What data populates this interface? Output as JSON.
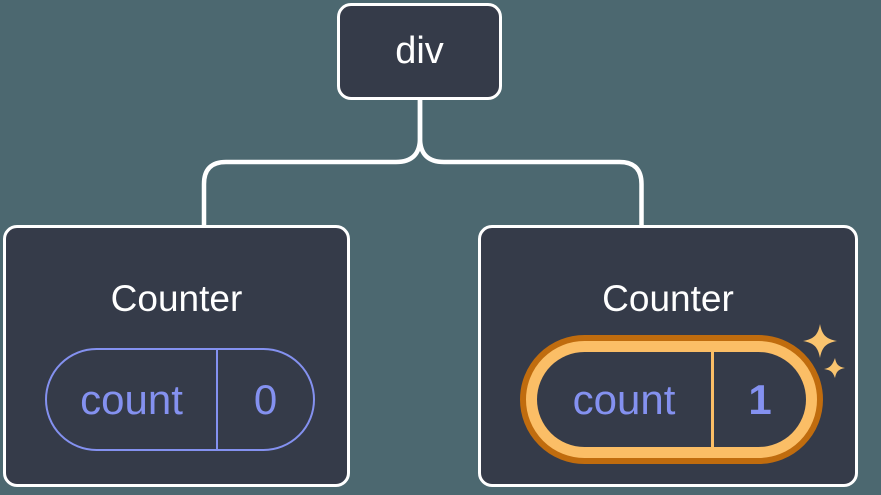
{
  "diagram": {
    "root": {
      "label": "div"
    },
    "children": [
      {
        "title": "Counter",
        "state": {
          "key": "count",
          "value": "0"
        },
        "highlighted": false
      },
      {
        "title": "Counter",
        "state": {
          "key": "count",
          "value": "1"
        },
        "highlighted": true
      }
    ]
  },
  "colors": {
    "background": "#4C6870",
    "node_bg": "#353B49",
    "node_border": "#FFFFFF",
    "text_primary": "#FFFFFF",
    "state_purple": "#8491F0",
    "highlight_orange_dark": "#C06C0E",
    "highlight_orange_light": "#FBBE66",
    "sparkle": "#F9C46F",
    "connector": "#FFFFFF"
  }
}
